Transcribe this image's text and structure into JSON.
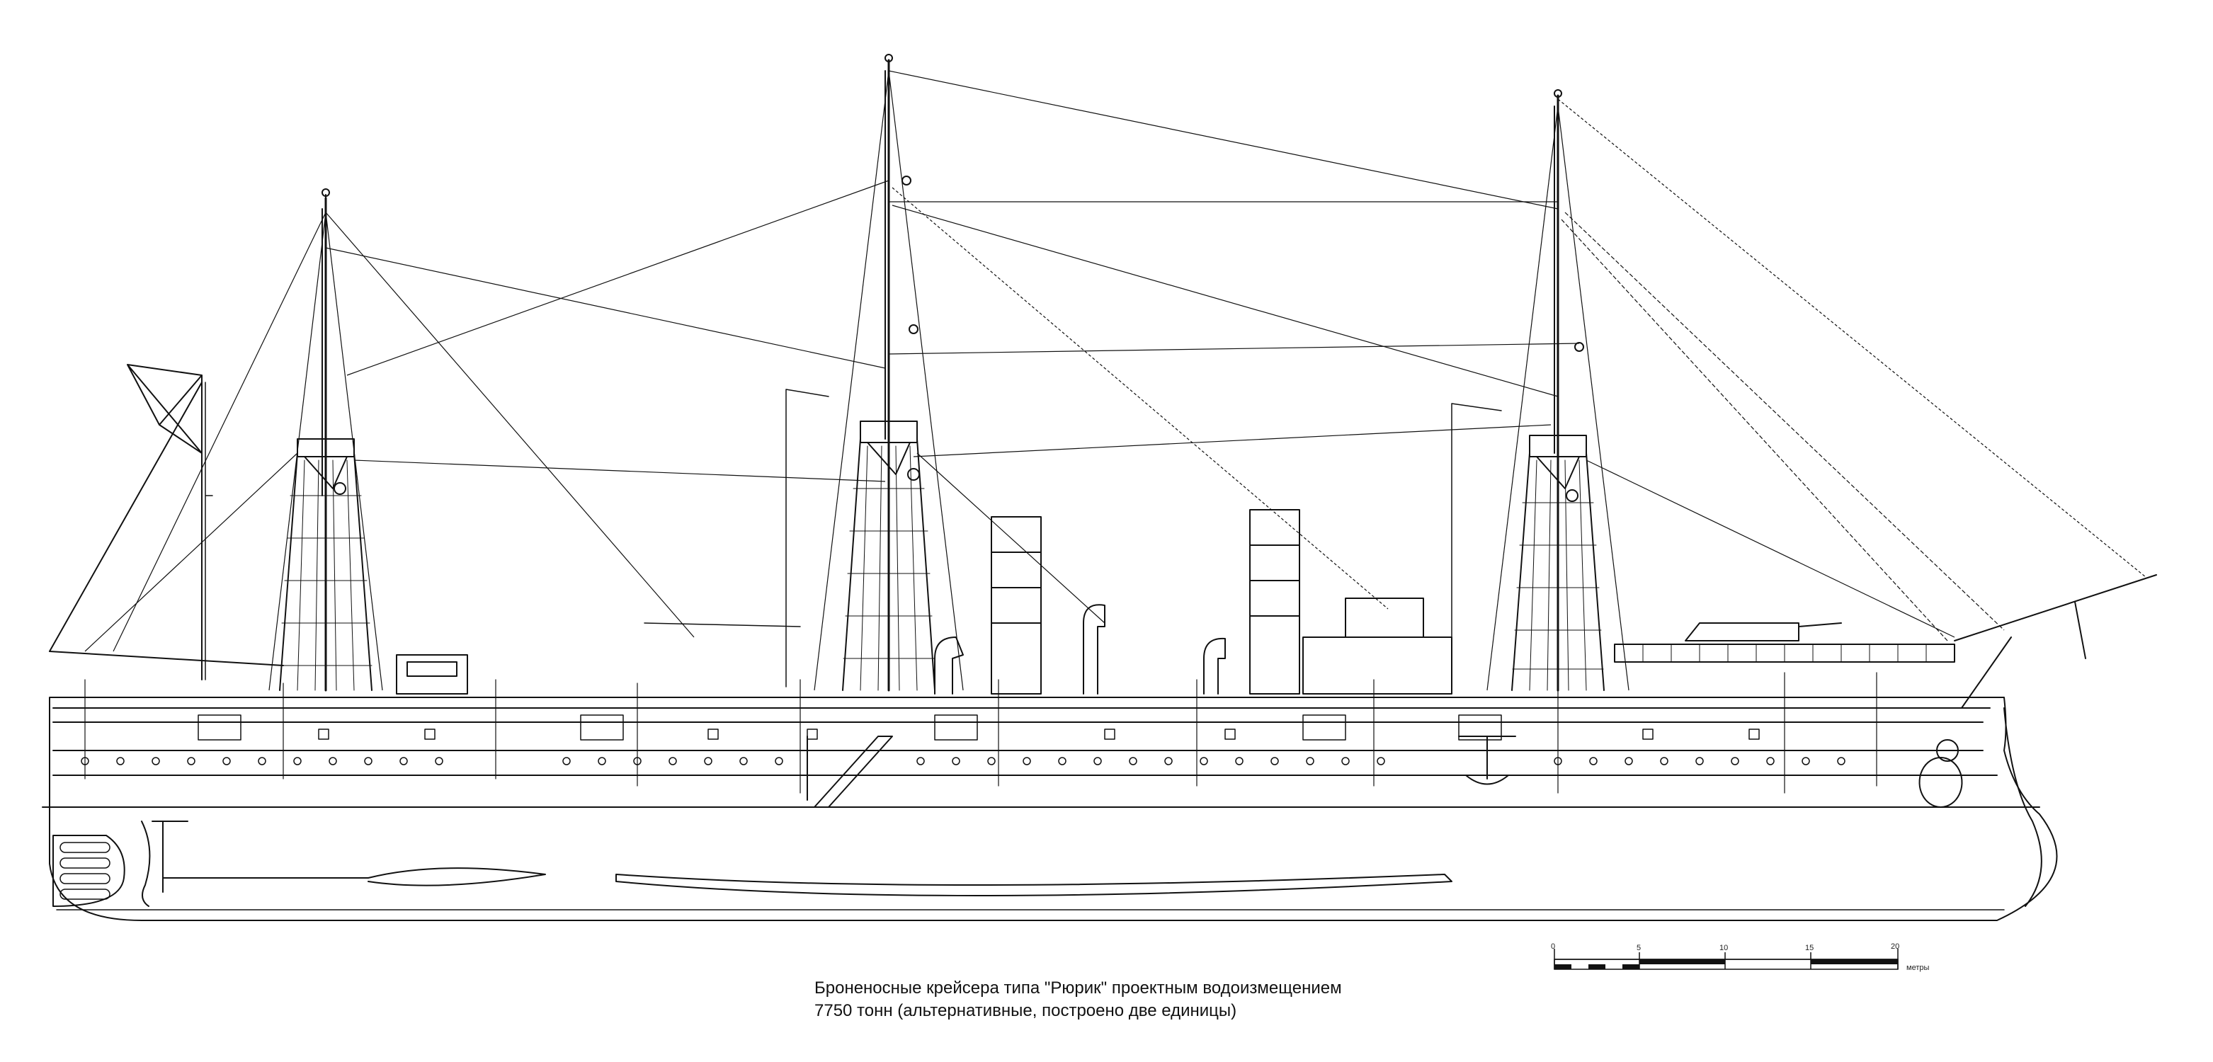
{
  "caption": {
    "line1": "Броненосные крейсера типа \"Рюрик\" проектным водоизмещением",
    "line2": "7750 тонн (альтернативные, построено две единицы)"
  },
  "scale_bar": {
    "ticks": [
      "0",
      "5",
      "10",
      "15",
      "20"
    ],
    "unit": "метры"
  },
  "colors": {
    "ink": "#111111",
    "paper": "#ffffff"
  }
}
